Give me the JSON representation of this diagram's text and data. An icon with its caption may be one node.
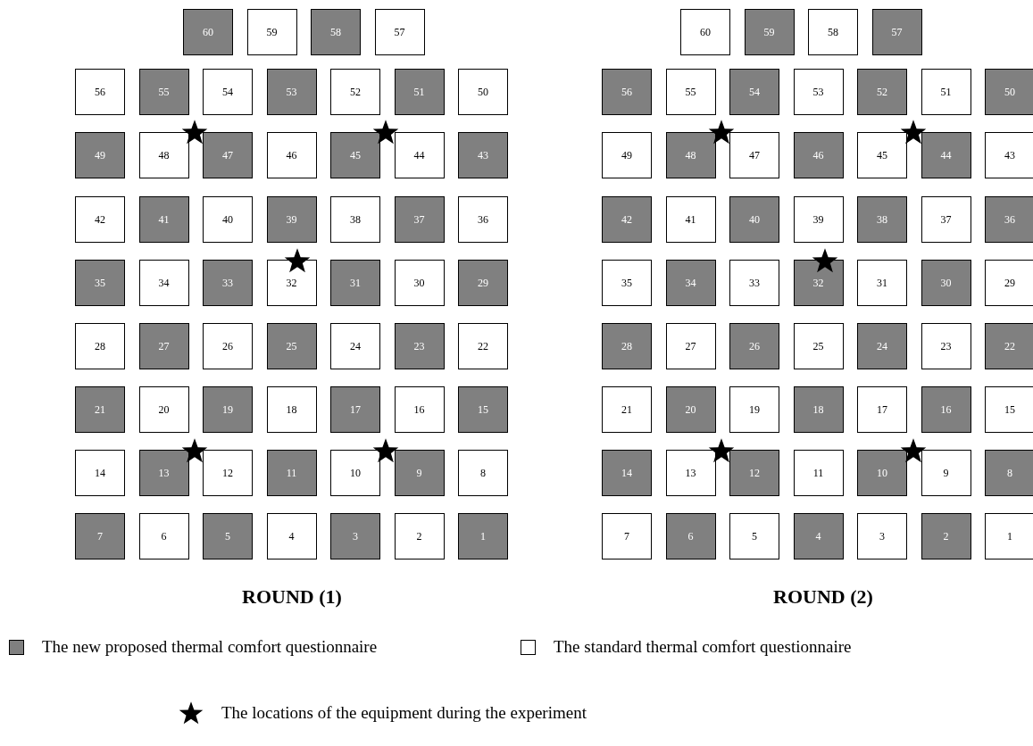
{
  "diagram": {
    "nodes": [
      {
        "text": [
          "60"
        ]
      },
      {
        "text": [
          "59"
        ]
      },
      {
        "text": [
          "58"
        ]
      },
      {
        "text": [
          "57"
        ]
      },
      {
        "text": [
          "56"
        ]
      },
      {
        "text": [
          "55"
        ]
      },
      {
        "text": [
          "54"
        ]
      },
      {
        "text": [
          "53"
        ]
      },
      {
        "text": [
          "52"
        ]
      },
      {
        "text": [
          "51"
        ]
      },
      {
        "text": [
          "50"
        ]
      },
      {
        "text": [
          "49"
        ]
      },
      {
        "text": [
          "48"
        ]
      },
      {
        "text": [
          "47"
        ]
      },
      {
        "text": [
          "46"
        ]
      },
      {
        "text": [
          "45"
        ]
      },
      {
        "text": [
          "44"
        ]
      },
      {
        "text": [
          "43"
        ]
      },
      {
        "text": [
          "42"
        ]
      },
      {
        "text": [
          "41"
        ]
      },
      {
        "text": [
          "40"
        ]
      },
      {
        "text": [
          "39"
        ]
      },
      {
        "text": [
          "38"
        ]
      },
      {
        "text": [
          "37"
        ]
      },
      {
        "text": [
          "36"
        ]
      },
      {
        "text": [
          "35"
        ]
      },
      {
        "text": [
          "34"
        ]
      },
      {
        "text": [
          "33"
        ]
      },
      {
        "text": [
          "32"
        ]
      },
      {
        "text": [
          "31"
        ]
      },
      {
        "text": [
          "30"
        ]
      },
      {
        "text": [
          "29"
        ]
      },
      {
        "text": [
          "28"
        ]
      },
      {
        "text": [
          "27"
        ]
      },
      {
        "text": [
          "26"
        ]
      },
      {
        "text": [
          "25"
        ]
      },
      {
        "text": [
          "24"
        ]
      },
      {
        "text": [
          "23"
        ]
      },
      {
        "text": [
          "22"
        ]
      },
      {
        "text": [
          "21"
        ]
      },
      {
        "text": [
          "20"
        ]
      },
      {
        "text": [
          "19"
        ]
      },
      {
        "text": [
          "18"
        ]
      },
      {
        "text": [
          "17"
        ]
      },
      {
        "text": [
          "16"
        ]
      },
      {
        "text": [
          "15"
        ]
      },
      {
        "text": [
          "14"
        ]
      },
      {
        "text": [
          "13"
        ]
      },
      {
        "text": [
          "12"
        ]
      },
      {
        "text": [
          "11"
        ]
      },
      {
        "text": [
          "10"
        ]
      },
      {
        "text": [
          "9"
        ]
      },
      {
        "text": [
          "8"
        ]
      },
      {
        "text": [
          "7"
        ]
      },
      {
        "text": [
          "6"
        ]
      },
      {
        "text": [
          "5"
        ]
      },
      {
        "text": [
          "4"
        ]
      },
      {
        "text": [
          "3"
        ]
      },
      {
        "text": [
          "2"
        ]
      },
      {
        "text": [
          "1"
        ]
      },
      {
        "text": [
          "60"
        ]
      },
      {
        "text": [
          "59"
        ]
      },
      {
        "text": [
          "58"
        ]
      },
      {
        "text": [
          "57"
        ]
      },
      {
        "text": [
          "56"
        ]
      },
      {
        "text": [
          "55"
        ]
      },
      {
        "text": [
          "54"
        ]
      },
      {
        "text": [
          "53"
        ]
      },
      {
        "text": [
          "52"
        ]
      },
      {
        "text": [
          "51"
        ]
      },
      {
        "text": [
          "50"
        ]
      },
      {
        "text": [
          "49"
        ]
      },
      {
        "text": [
          "48"
        ]
      },
      {
        "text": [
          "47"
        ]
      },
      {
        "text": [
          "46"
        ]
      },
      {
        "text": [
          "45"
        ]
      },
      {
        "text": [
          "44"
        ]
      },
      {
        "text": [
          "43"
        ]
      },
      {
        "text": [
          "42"
        ]
      },
      {
        "text": [
          "41"
        ]
      },
      {
        "text": [
          "40"
        ]
      },
      {
        "text": [
          "39"
        ]
      },
      {
        "text": [
          "38"
        ]
      },
      {
        "text": [
          "37"
        ]
      },
      {
        "text": [
          "36"
        ]
      },
      {
        "text": [
          "35"
        ]
      },
      {
        "text": [
          "34"
        ]
      },
      {
        "text": [
          "33"
        ]
      },
      {
        "text": [
          "32"
        ]
      },
      {
        "text": [
          "31"
        ]
      },
      {
        "text": [
          "30"
        ]
      },
      {
        "text": [
          "29"
        ]
      },
      {
        "text": [
          "28"
        ]
      },
      {
        "text": [
          "27"
        ]
      },
      {
        "text": [
          "26"
        ]
      },
      {
        "text": [
          "25"
        ]
      },
      {
        "text": [
          "24"
        ]
      },
      {
        "text": [
          "23"
        ]
      },
      {
        "text": [
          "22"
        ]
      },
      {
        "text": [
          "21"
        ]
      },
      {
        "text": [
          "20"
        ]
      },
      {
        "text": [
          "19"
        ]
      },
      {
        "text": [
          "18"
        ]
      },
      {
        "text": [
          "17"
        ]
      },
      {
        "text": [
          "16"
        ]
      },
      {
        "text": [
          "15"
        ]
      },
      {
        "text": [
          "14"
        ]
      },
      {
        "text": [
          "13"
        ]
      },
      {
        "text": [
          "12"
        ]
      },
      {
        "text": [
          "11"
        ]
      },
      {
        "text": [
          "10"
        ]
      },
      {
        "text": [
          "9"
        ]
      },
      {
        "text": [
          "8"
        ]
      },
      {
        "text": [
          "7"
        ]
      },
      {
        "text": [
          "6"
        ]
      },
      {
        "text": [
          "5"
        ]
      },
      {
        "text": [
          "4"
        ]
      },
      {
        "text": [
          "3"
        ]
      },
      {
        "text": [
          "2"
        ]
      },
      {
        "text": [
          "1"
        ]
      },
      {
        "text": [],
        "shape": "star"
      },
      {
        "text": [],
        "shape": "star"
      },
      {
        "text": [],
        "shape": "star"
      },
      {
        "text": [],
        "shape": "star"
      },
      {
        "text": [],
        "shape": "star"
      },
      {
        "text": [],
        "shape": "star"
      },
      {
        "text": [],
        "shape": "star"
      },
      {
        "text": [],
        "shape": "star"
      },
      {
        "text": [],
        "shape": "star"
      },
      {
        "text": [],
        "shape": "star"
      }
    ],
    "labels": [
      "ROUND (1)",
      "ROUND (2)"
    ],
    "legend": [
      {
        "text": "The new proposed thermal comfort questionnaire",
        "color": "#808080"
      },
      {
        "text": "The standard thermal comfort questionnaire",
        "color": "#ffffff"
      },
      {
        "text": "The locations of the equipment during the experiment"
      }
    ]
  }
}
